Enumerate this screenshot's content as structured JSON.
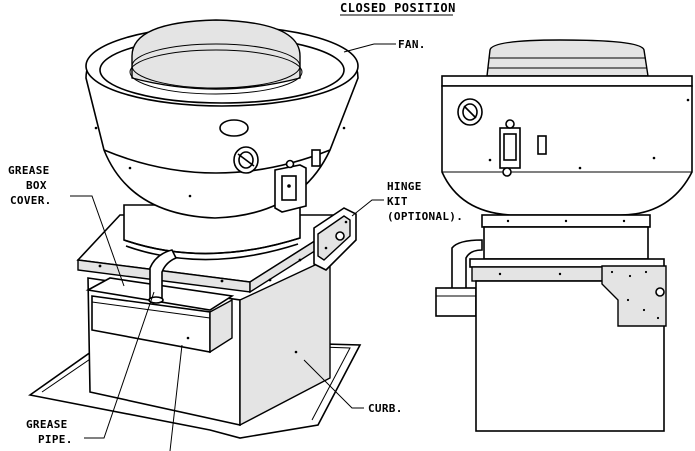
{
  "labels": {
    "title": "CLOSED POSITION",
    "fan": "FAN.",
    "grease_box_cover_1": "GREASE",
    "grease_box_cover_2": "BOX",
    "grease_box_cover_3": "COVER.",
    "hinge_kit_1": "HINGE",
    "hinge_kit_2": "KIT",
    "hinge_kit_3": "(OPTIONAL).",
    "grease_pipe_1": "GREASE",
    "grease_pipe_2": "PIPE.",
    "curb": "CURB."
  }
}
